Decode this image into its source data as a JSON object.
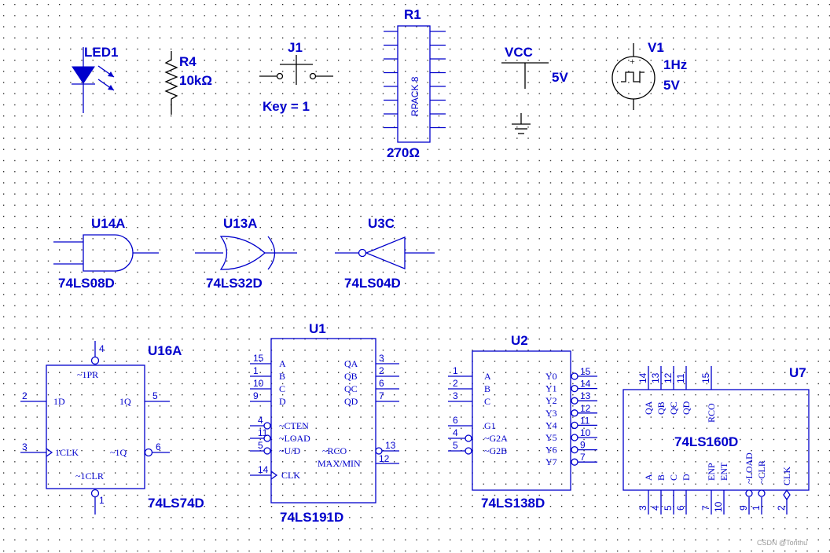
{
  "components": {
    "led": {
      "ref": "LED1"
    },
    "res": {
      "ref": "R4",
      "value": "10kΩ"
    },
    "sw": {
      "ref": "J1",
      "key": "Key = 1"
    },
    "rpack": {
      "ref": "R1",
      "part": "RPACK 8",
      "value": "270Ω"
    },
    "vcc": {
      "ref": "VCC",
      "value": "5V"
    },
    "clk": {
      "ref": "V1",
      "freq": "1Hz",
      "volt": "5V"
    },
    "and": {
      "ref": "U14A",
      "part": "74LS08D"
    },
    "or": {
      "ref": "U13A",
      "part": "74LS32D"
    },
    "inv": {
      "ref": "U3C",
      "part": "74LS04D"
    },
    "ff": {
      "ref": "U16A",
      "part": "74LS74D"
    },
    "u1": {
      "ref": "U1",
      "part": "74LS191D"
    },
    "u2": {
      "ref": "U2",
      "part": "74LS138D"
    },
    "u7": {
      "ref": "U7",
      "part": "74LS160D"
    }
  },
  "pins": {
    "ff": {
      "pr": "~1PR",
      "d": "1D",
      "q": "1Q",
      "clk": "1CLK",
      "qn": "~1Q",
      "clr": "~1CLR",
      "n_pr": "4",
      "n_d": "2",
      "n_q": "5",
      "n_clk": "3",
      "n_qn": "6",
      "n_clr": "1"
    },
    "u1": {
      "left": [
        {
          "n": "15",
          "l": "A"
        },
        {
          "n": "1",
          "l": "B"
        },
        {
          "n": "10",
          "l": "C"
        },
        {
          "n": "9",
          "l": "D"
        },
        {
          "n": "4",
          "l": "~CTEN"
        },
        {
          "n": "11",
          "l": "~LOAD"
        },
        {
          "n": "5",
          "l": "~U/D"
        },
        {
          "n": "14",
          "l": "CLK"
        }
      ],
      "right": [
        {
          "n": "3",
          "l": "QA"
        },
        {
          "n": "2",
          "l": "QB"
        },
        {
          "n": "6",
          "l": "QC"
        },
        {
          "n": "7",
          "l": "QD"
        }
      ],
      "rco": {
        "n": "13",
        "l": "~RCO"
      },
      "maxmin": {
        "n": "12",
        "l": "MAX/MIN"
      }
    },
    "u2": {
      "left": [
        {
          "n": "1",
          "l": "A"
        },
        {
          "n": "2",
          "l": "B"
        },
        {
          "n": "3",
          "l": "C"
        },
        {
          "n": "6",
          "l": "G1"
        },
        {
          "n": "4",
          "l": "~G2A"
        },
        {
          "n": "5",
          "l": "~G2B"
        }
      ],
      "right": [
        {
          "n": "15",
          "l": "Y0"
        },
        {
          "n": "14",
          "l": "Y1"
        },
        {
          "n": "13",
          "l": "Y2"
        },
        {
          "n": "12",
          "l": "Y3"
        },
        {
          "n": "11",
          "l": "Y4"
        },
        {
          "n": "10",
          "l": "Y5"
        },
        {
          "n": "9",
          "l": "Y6"
        },
        {
          "n": "7",
          "l": "Y7"
        }
      ]
    },
    "u7": {
      "top": [
        {
          "n": "14",
          "l": "QA"
        },
        {
          "n": "13",
          "l": "QB"
        },
        {
          "n": "12",
          "l": "QC"
        },
        {
          "n": "11",
          "l": "QD"
        },
        {
          "n": "15",
          "l": "RCO"
        }
      ],
      "bottom": [
        {
          "n": "3",
          "l": "A"
        },
        {
          "n": "4",
          "l": "B"
        },
        {
          "n": "5",
          "l": "C"
        },
        {
          "n": "6",
          "l": "D"
        },
        {
          "n": "7",
          "l": "ENP"
        },
        {
          "n": "10",
          "l": "ENT"
        },
        {
          "n": "9",
          "l": "~LOAD"
        },
        {
          "n": "1",
          "l": "~CLR"
        },
        {
          "n": "2",
          "l": "CLK"
        }
      ]
    }
  },
  "watermark": "CSDN @Tonthu"
}
